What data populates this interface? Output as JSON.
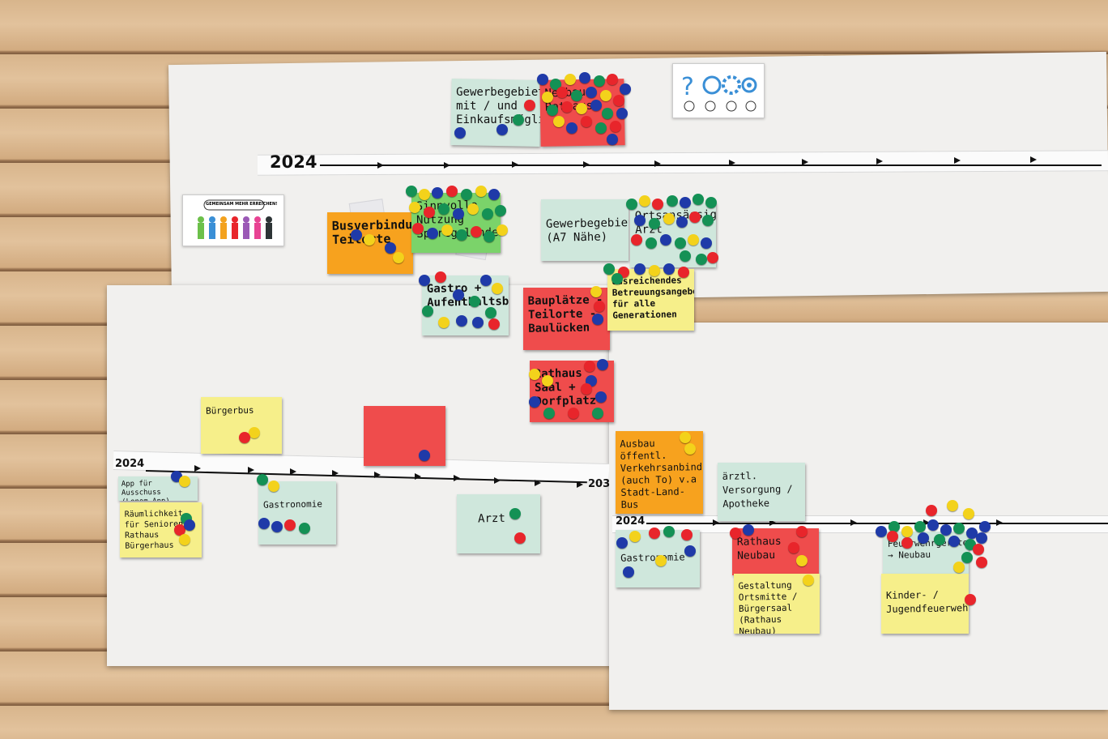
{
  "timeline": {
    "year_top": "2024",
    "year_left": "2024",
    "year_right": "2024",
    "year_partial": "203"
  },
  "graphics": {
    "team_banner_text": "GEMEINSAM MEHR ERREICHEN!"
  },
  "notes": [
    {
      "id": "gewerbe-einkauf",
      "text": "Gewerbegebiet mit / und Einkaufsmöglichkeit",
      "sub": "",
      "color": "#cfe7dc"
    },
    {
      "id": "neubau-rathaus",
      "text": "Neubau Rathaus",
      "sub": "",
      "color": "#ef4c4c"
    },
    {
      "id": "busverbindung",
      "text": "Busverbindung Teilorte",
      "sub": "",
      "color": "#f7a21e"
    },
    {
      "id": "sinnvolle-nutzung",
      "text": "Sinnvolle Nutzung Sportgelände",
      "sub": "",
      "color": "#7bd36a"
    },
    {
      "id": "gewerbe-a7",
      "text": "Gewerbegebiet (A7 Nähe)",
      "sub": "",
      "color": "#cfe7dc"
    },
    {
      "id": "arzt-ortsansaessig",
      "text": "Ortsansässiger Arzt",
      "sub": "",
      "color": "#cfe7dc"
    },
    {
      "id": "gastro-aufenthalt",
      "text": "Gastro + Aufenthaltsbereich",
      "sub": "",
      "color": "#cfe7dc"
    },
    {
      "id": "bauplaetze",
      "text": "Bauplätze - Teilorte - Baulücken",
      "sub": "",
      "color": "#ef4c4c"
    },
    {
      "id": "betreuung",
      "text": "ausreichendes Betreuungsangebot für alle Generationen",
      "sub": "",
      "color": "#f6ef8a"
    },
    {
      "id": "rathaus-saal",
      "text": "Rathaus Saal + Dorfplatz",
      "sub": "",
      "color": "#ef4c4c"
    },
    {
      "id": "buergerbus",
      "text": "Bürgerbus",
      "sub": "",
      "color": "#f6ef8a"
    },
    {
      "id": "red-card-mid",
      "text": "",
      "sub": "",
      "color": "#ef4c4c"
    },
    {
      "id": "oepnv",
      "text": "Ausbau öffentl. Verkehrsanbindung (auch To) v.a Stadt-Land-Bus",
      "sub": "",
      "color": "#f7a21e"
    },
    {
      "id": "aerztl-versorgung",
      "text": "ärztl. Versorgung / Apotheke",
      "sub": "",
      "color": "#cfe7dc"
    },
    {
      "id": "app-ausschuss",
      "text": "App für Ausschuss (Lenom-App)",
      "sub": "",
      "color": "#cfe7dc"
    },
    {
      "id": "raeumlichkeit-senioren",
      "text": "Räumlichkeit für Senioren / Rathaus Bürgerhaus",
      "sub": "",
      "color": "#f6ef8a"
    },
    {
      "id": "gastronomie-left",
      "text": "Gastronomie",
      "sub": "",
      "color": "#cfe7dc"
    },
    {
      "id": "arzt-left",
      "text": "Arzt",
      "sub": "",
      "color": "#cfe7dc"
    },
    {
      "id": "gastronomie-right",
      "text": "Gastronomie",
      "sub": "",
      "color": "#cfe7dc"
    },
    {
      "id": "rathaus-neubau",
      "text": "Rathaus Neubau",
      "sub": "",
      "color": "#ef4c4c"
    },
    {
      "id": "gestaltung-ortsmitte",
      "text": "Gestaltung Ortsmitte / Bürgersaal (Rathaus Neubau)",
      "sub": "",
      "color": "#f6ef8a"
    },
    {
      "id": "feuerwehr",
      "text": "Feuerwehrgerätehaus → Neubau",
      "sub": "",
      "color": "#cfe7dc"
    },
    {
      "id": "kinder-jugend-feuerwehr",
      "text": "Kinder- / Jugendfeuerwehr",
      "sub": "",
      "color": "#f6ef8a"
    }
  ],
  "colors": {
    "dot_red": "#e8252b",
    "dot_blue": "#1f3aa8",
    "dot_green": "#149155",
    "dot_yellow": "#f3d21b"
  }
}
